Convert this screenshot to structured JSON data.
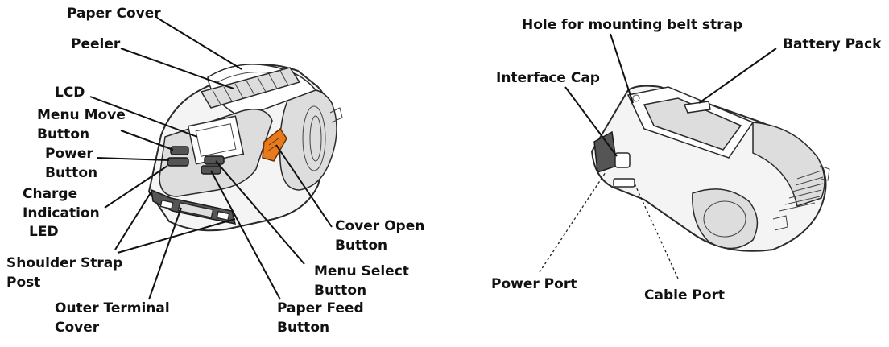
{
  "labels": {
    "paper_cover": "Paper Cover",
    "peeler": "Peeler",
    "lcd": "LCD",
    "menu_move_1": "Menu Move",
    "menu_move_2": "Button",
    "power_1": "Power",
    "power_2": "Button",
    "charge_1": "Charge",
    "charge_2": "Indication",
    "charge_3": "LED",
    "shoulder_1": "Shoulder Strap",
    "shoulder_2": "Post",
    "outer_1": "Outer Terminal",
    "outer_2": "Cover",
    "paper_feed_1": "Paper Feed",
    "paper_feed_2": "Button",
    "menu_select_1": "Menu Select",
    "menu_select_2": "Button",
    "cover_open_1": "Cover Open",
    "cover_open_2": "Button",
    "belt_hole": "Hole for mounting belt strap",
    "battery_pack": "Battery Pack",
    "interface_cap": "Interface Cap",
    "power_port": "Power Port",
    "cable_port": "Cable Port"
  },
  "colors": {
    "cover_open_button": "#e87a1e",
    "line": "#111111",
    "outline": "#2a2a2a"
  }
}
